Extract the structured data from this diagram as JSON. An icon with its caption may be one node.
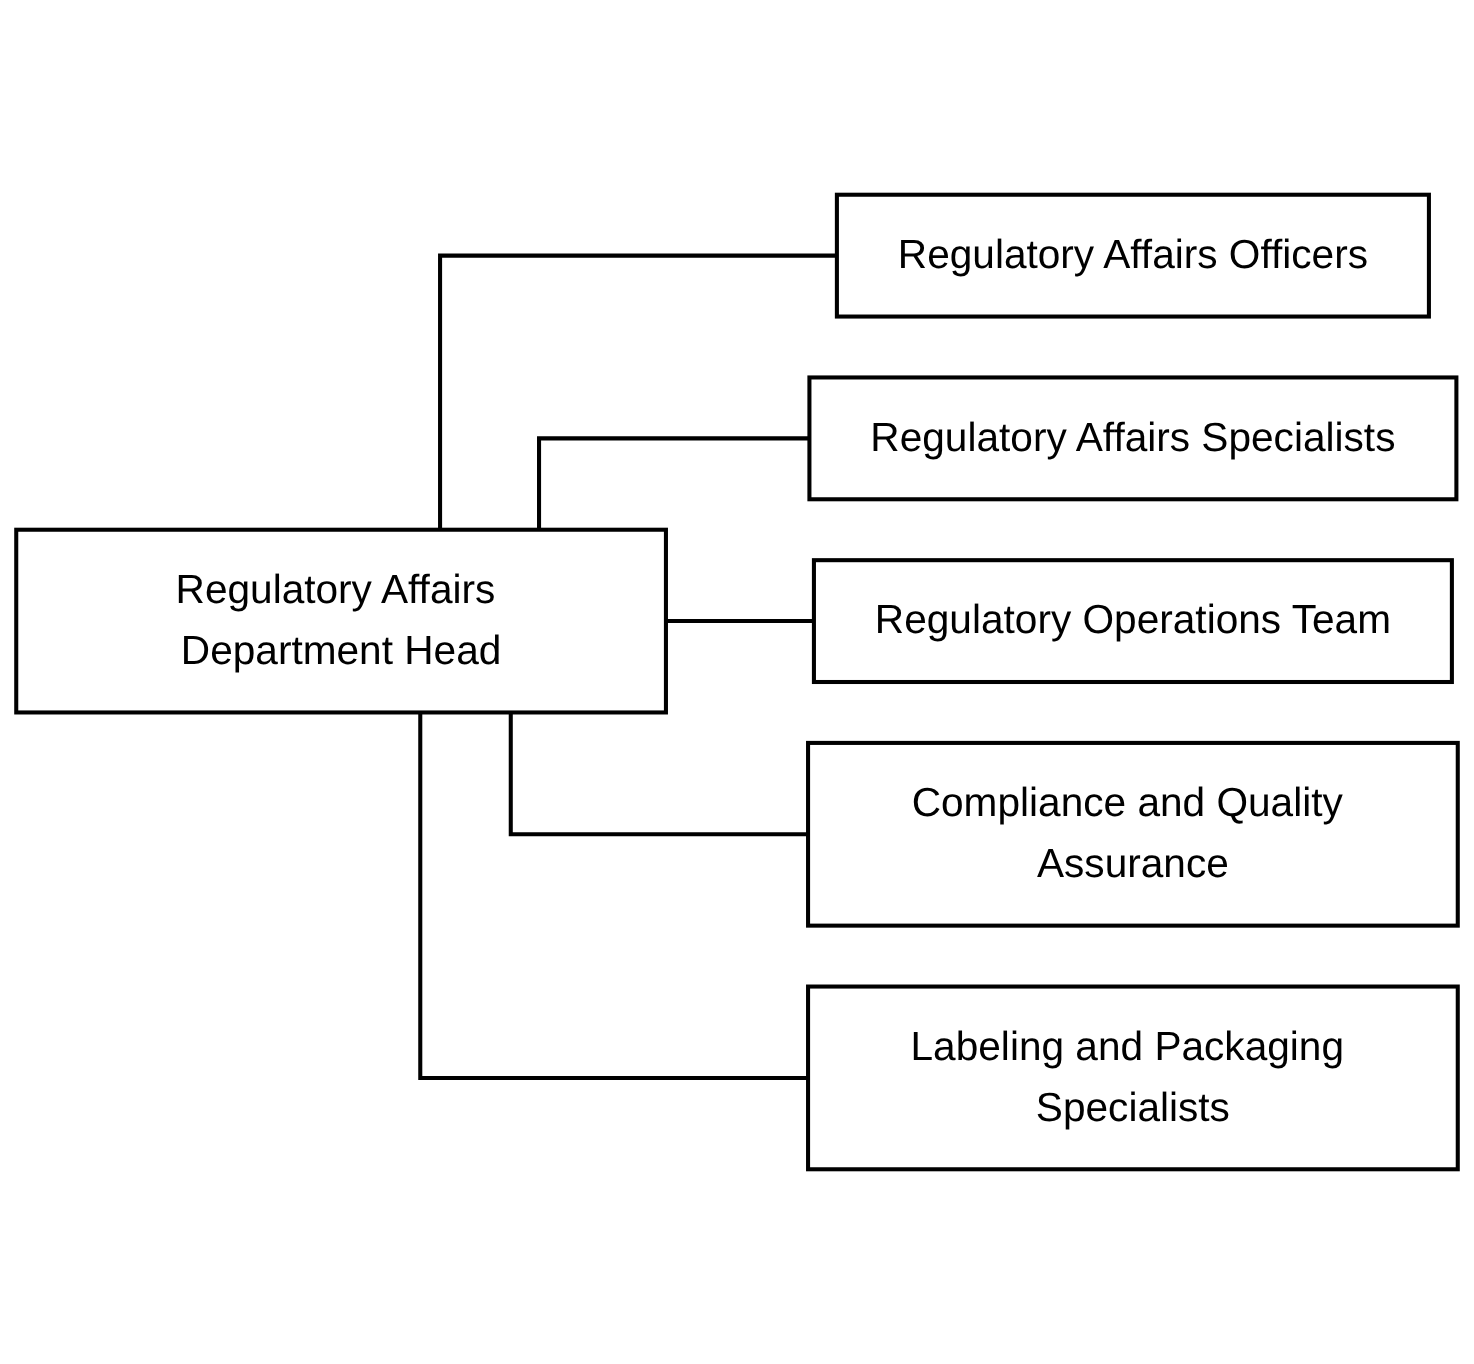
{
  "diagram": {
    "nodes": [
      {
        "text": [
          "Regulatory Affairs Department Head"
        ]
      },
      {
        "text": [
          "Regulatory Affairs Officers"
        ]
      },
      {
        "text": [
          "Regulatory Affairs Specialists"
        ]
      },
      {
        "text": [
          "Regulatory Operations Team"
        ]
      },
      {
        "text": [
          "Compliance and Quality Assurance"
        ]
      },
      {
        "text": [
          "Labeling and Packaging Specialists"
        ]
      }
    ],
    "edges": [
      {
        "from": 0,
        "to": 1,
        "arrow": "none"
      },
      {
        "from": 0,
        "to": 2,
        "arrow": "none"
      },
      {
        "from": 0,
        "to": 3,
        "arrow": "none"
      },
      {
        "from": 0,
        "to": 4,
        "arrow": "none"
      },
      {
        "from": 0,
        "to": 5,
        "arrow": "none"
      }
    ]
  }
}
